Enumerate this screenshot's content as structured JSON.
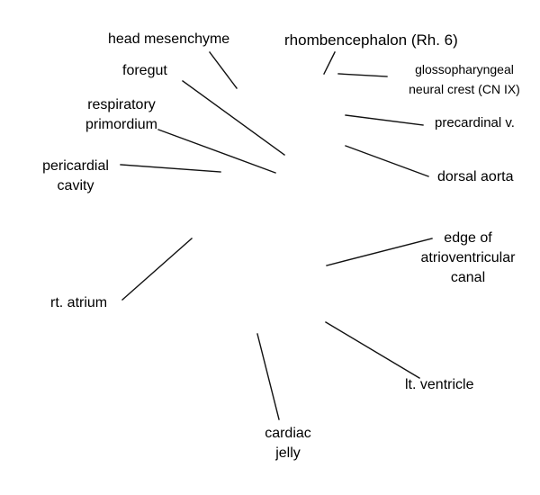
{
  "labels": {
    "head_mesenchyme": "head mesenchyme",
    "rhombencephalon": "rhombencephalon (Rh. 6)",
    "foregut": "foregut",
    "glossopharyngeal": [
      "glossopharyngeal",
      "neural crest (CN IX)"
    ],
    "respiratory_primordium": [
      "respiratory",
      "primordium"
    ],
    "precardinal_v": "precardinal v.",
    "pericardial_cavity": [
      "pericardial",
      "cavity"
    ],
    "dorsal_aorta": "dorsal aorta",
    "edge_av_canal": [
      "edge of",
      "atrioventricular",
      "canal"
    ],
    "rt_atrium": "rt. atrium",
    "lt_ventricle": "lt. ventricle",
    "cardiac_jelly": [
      "cardiac",
      "jelly"
    ]
  },
  "colors": {
    "background": "#ffffff",
    "text": "#000000",
    "leader_line": "#111111"
  }
}
